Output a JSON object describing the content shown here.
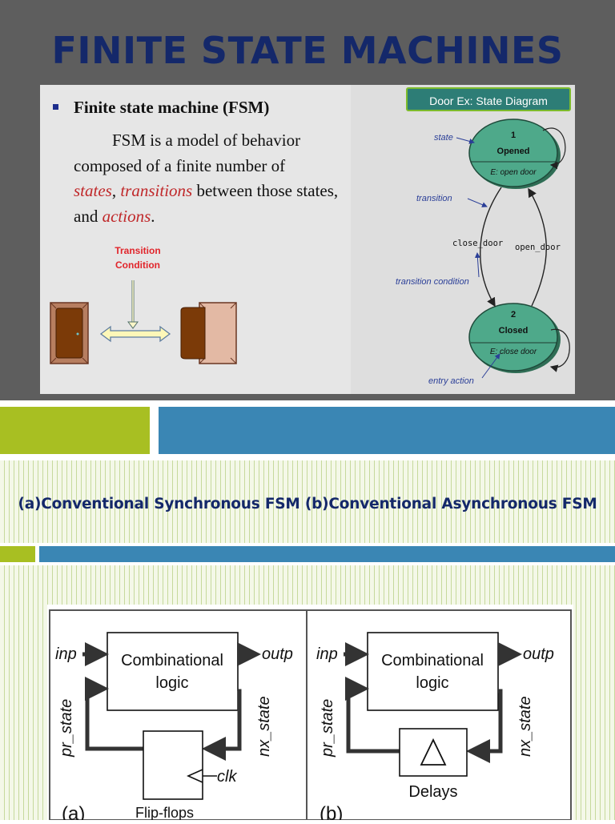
{
  "slide1": {
    "title": "FINITE STATE MACHINES",
    "heading": "Finite state machine (FSM)",
    "para_intro": "FSM is a model of behavior composed of a finite number of",
    "term_states": "states",
    "term_transitions": "transitions",
    "para_mid": "between those states, and",
    "term_actions": "actions",
    "para_end": ".",
    "transition_condition_line1": "Transition",
    "transition_condition_line2": "Condition",
    "door_example_label": "Door Ex: State Diagram",
    "state_diagram": {
      "state1_number": "1",
      "state1_name": "Opened",
      "state1_entry": "E: open door",
      "state2_number": "2",
      "state2_name": "Closed",
      "state2_entry": "E: close door",
      "edge_close": "close_door",
      "edge_open": "open_door",
      "label_state": "state",
      "label_transition": "transition",
      "label_transition_condition": "transition condition",
      "label_entry_action": "entry action"
    }
  },
  "slide2": {
    "subtitle": "(a)Conventional Synchronous FSM (b)Conventional Asynchronous FSM",
    "diagram_a": {
      "block": [
        "Combinational",
        "logic"
      ],
      "inp": "inp",
      "outp": "outp",
      "pr_state": "pr_state",
      "nx_state": "nx_state",
      "clk": "clk",
      "storage": "Flip-flops",
      "caption": "(a)"
    },
    "diagram_b": {
      "block": [
        "Combinational",
        "logic"
      ],
      "inp": "inp",
      "outp": "outp",
      "pr_state": "pr_state",
      "nx_state": "nx_state",
      "storage": "Delays",
      "caption": "(b)"
    }
  },
  "colors": {
    "title": "#14286a",
    "accent_green": "#a8bf22",
    "accent_blue": "#3a86b4",
    "state_fill": "#4ea98a",
    "highlight_red": "#c0282a"
  }
}
